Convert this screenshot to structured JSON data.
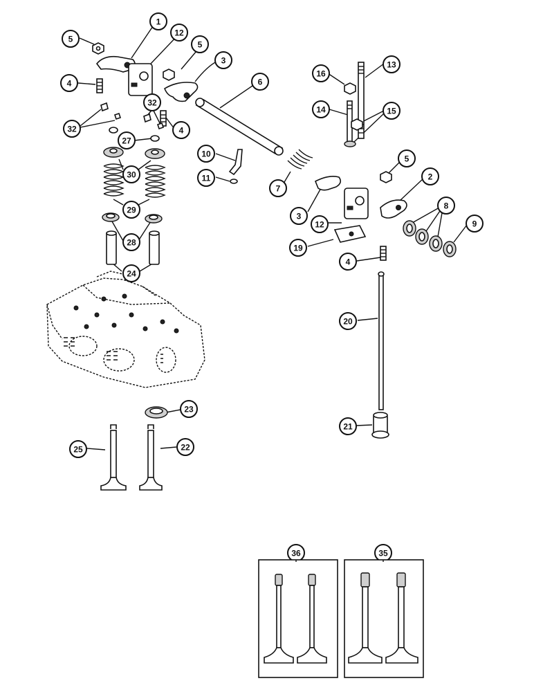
{
  "callouts": [
    {
      "label": "1"
    },
    {
      "label": "12"
    },
    {
      "label": "5"
    },
    {
      "label": "5"
    },
    {
      "label": "3"
    },
    {
      "label": "4"
    },
    {
      "label": "32"
    },
    {
      "label": "32"
    },
    {
      "label": "4"
    },
    {
      "label": "27"
    },
    {
      "label": "30"
    },
    {
      "label": "29"
    },
    {
      "label": "28"
    },
    {
      "label": "24"
    },
    {
      "label": "6"
    },
    {
      "label": "10"
    },
    {
      "label": "11"
    },
    {
      "label": "7"
    },
    {
      "label": "16"
    },
    {
      "label": "13"
    },
    {
      "label": "14"
    },
    {
      "label": "15"
    },
    {
      "label": "5"
    },
    {
      "label": "2"
    },
    {
      "label": "8"
    },
    {
      "label": "9"
    },
    {
      "label": "3"
    },
    {
      "label": "12"
    },
    {
      "label": "19"
    },
    {
      "label": "4"
    },
    {
      "label": "20"
    },
    {
      "label": "21"
    },
    {
      "label": "23"
    },
    {
      "label": "25"
    },
    {
      "label": "22"
    },
    {
      "label": "36"
    },
    {
      "label": "35"
    }
  ],
  "icons": {
    "valve": "valve-icon",
    "spring": "spring-icon",
    "rocker": "rocker-arm-icon",
    "cylinder_head": "cylinder-head-icon"
  }
}
